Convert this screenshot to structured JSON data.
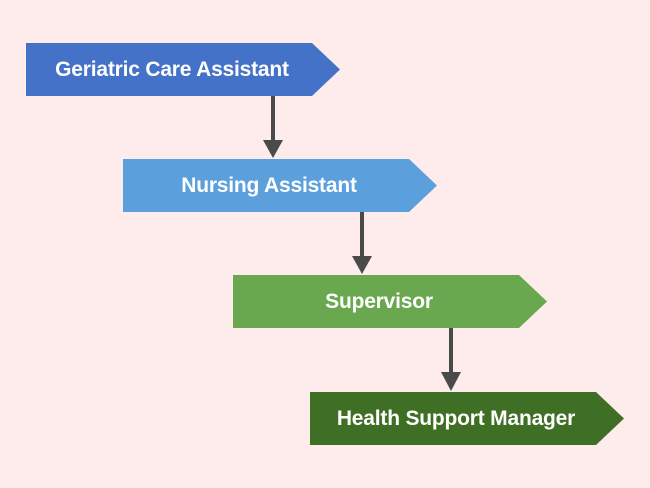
{
  "diagram": {
    "steps": [
      {
        "label": "Geriatric Care Assistant",
        "color": "#4472c8"
      },
      {
        "label": "Nursing Assistant",
        "color": "#5b9fdc"
      },
      {
        "label": "Supervisor",
        "color": "#6aa84f"
      },
      {
        "label": "Health Support Manager",
        "color": "#3f6f24"
      }
    ],
    "connector_color": "#4a4a4a",
    "background": "#fdeceb"
  }
}
